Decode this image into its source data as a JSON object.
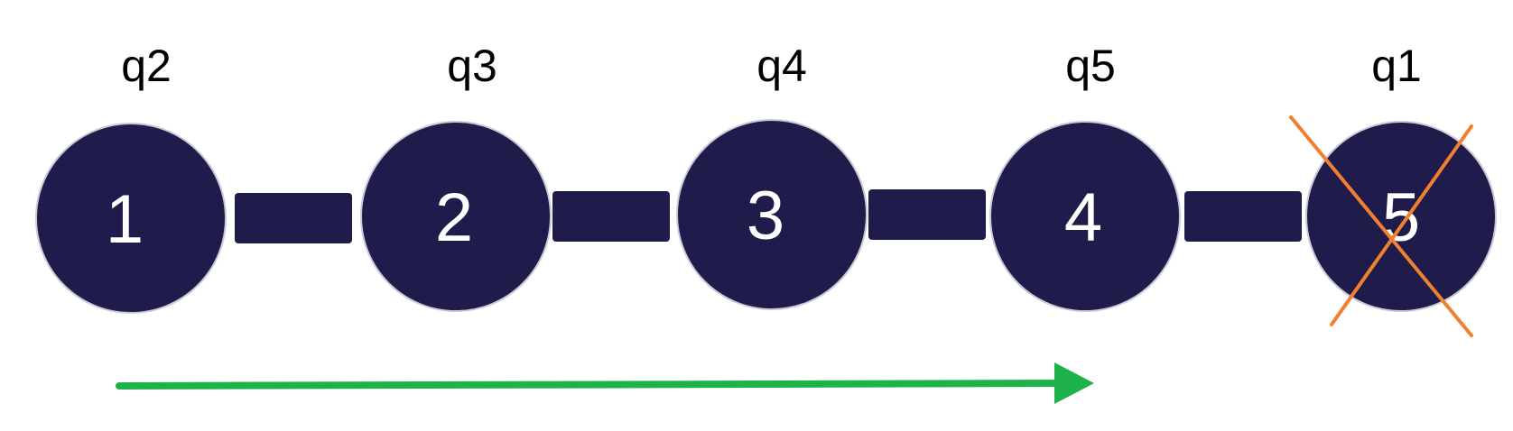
{
  "diagram": {
    "node_color": "#1f1c4c",
    "edge_color": "#1f1c4c",
    "text_color": "#ffffff",
    "label_color": "#000000",
    "cross_color": "#f0802f",
    "arrow_color": "#1fb14a",
    "nodes": [
      {
        "number": "1",
        "label": "q2",
        "removed": false
      },
      {
        "number": "2",
        "label": "q3",
        "removed": false
      },
      {
        "number": "3",
        "label": "q4",
        "removed": false
      },
      {
        "number": "4",
        "label": "q5",
        "removed": false
      },
      {
        "number": "5",
        "label": "q1",
        "removed": true
      }
    ],
    "edges": [
      {
        "from": "1",
        "to": "2"
      },
      {
        "from": "2",
        "to": "3"
      },
      {
        "from": "3",
        "to": "4"
      },
      {
        "from": "4",
        "to": "5"
      }
    ],
    "arrow": {
      "direction": "right",
      "from": "1",
      "to": "4"
    }
  }
}
